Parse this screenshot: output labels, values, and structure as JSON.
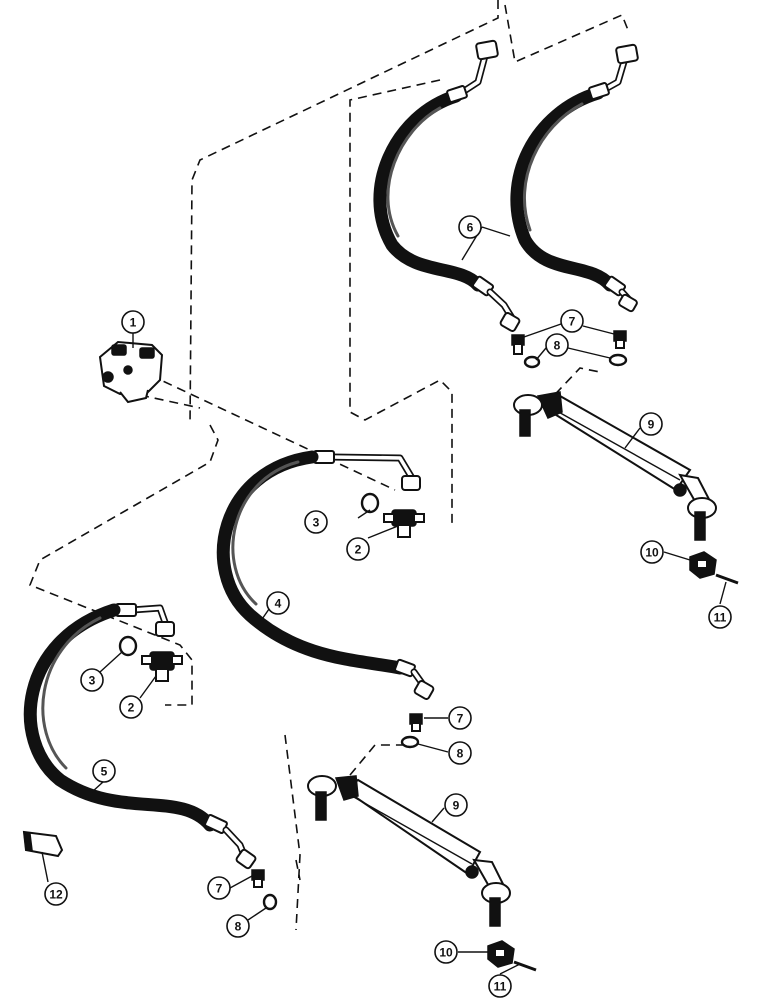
{
  "callouts": [
    {
      "id": "c1",
      "label": "1"
    },
    {
      "id": "c2a",
      "label": "2"
    },
    {
      "id": "c2b",
      "label": "2"
    },
    {
      "id": "c3a",
      "label": "3"
    },
    {
      "id": "c3b",
      "label": "3"
    },
    {
      "id": "c4",
      "label": "4"
    },
    {
      "id": "c5",
      "label": "5"
    },
    {
      "id": "c6",
      "label": "6"
    },
    {
      "id": "c7a",
      "label": "7"
    },
    {
      "id": "c7b",
      "label": "7"
    },
    {
      "id": "c7c",
      "label": "7"
    },
    {
      "id": "c8a",
      "label": "8"
    },
    {
      "id": "c8b",
      "label": "8"
    },
    {
      "id": "c8c",
      "label": "8"
    },
    {
      "id": "c9a",
      "label": "9"
    },
    {
      "id": "c9b",
      "label": "9"
    },
    {
      "id": "c10a",
      "label": "10"
    },
    {
      "id": "c10b",
      "label": "10"
    },
    {
      "id": "c11a",
      "label": "11"
    },
    {
      "id": "c11b",
      "label": "11"
    },
    {
      "id": "c12",
      "label": "12"
    }
  ]
}
